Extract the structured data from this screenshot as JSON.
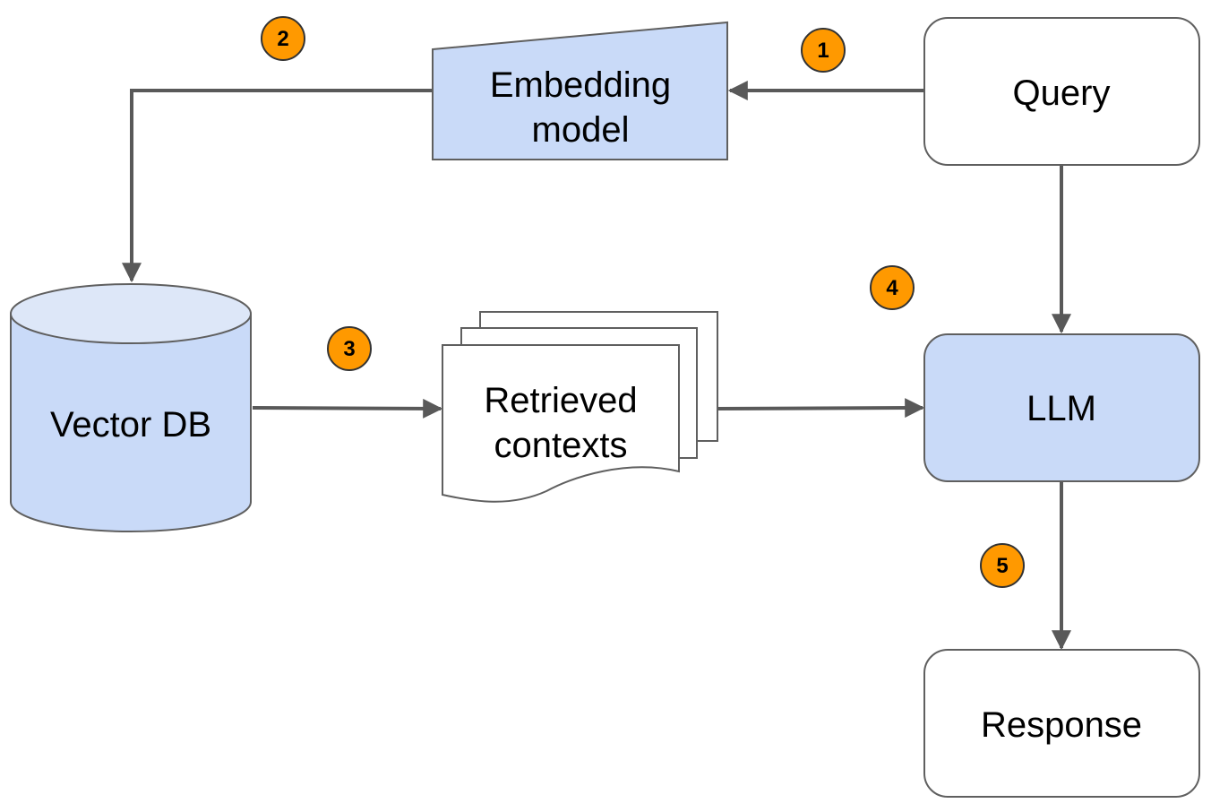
{
  "colors": {
    "node_blue": "#c9daf8",
    "node_white": "#ffffff",
    "stroke": "#5f5f5f",
    "edge": "#595959",
    "badge_fill": "#ff9900",
    "badge_stroke": "#333333"
  },
  "nodes": {
    "embedding": {
      "line1": "Embedding",
      "line2": "model"
    },
    "query": {
      "label": "Query"
    },
    "vector_db": {
      "label": "Vector DB"
    },
    "retrieved": {
      "line1": "Retrieved",
      "line2": "contexts"
    },
    "llm": {
      "label": "LLM"
    },
    "response": {
      "label": "Response"
    }
  },
  "steps": [
    "1",
    "2",
    "3",
    "4",
    "5"
  ]
}
